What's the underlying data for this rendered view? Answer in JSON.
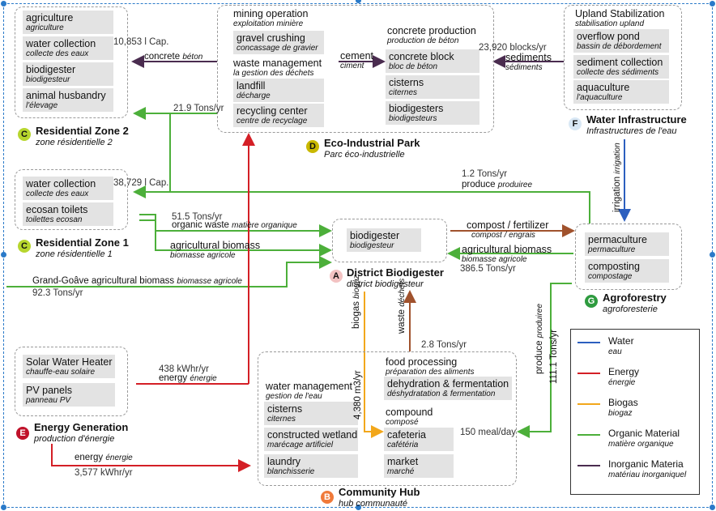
{
  "colors": {
    "water": "#2c5fbf",
    "energy": "#d41f26",
    "biogas": "#f2a71b",
    "organic": "#4caf3a",
    "inorganic": "#4a2c4f",
    "compost_arrow": "#a0522d"
  },
  "zones": {
    "res2": {
      "badge": "C",
      "title": "Residential Zone 2",
      "subtitle": "zone résidentielle 2"
    },
    "res1": {
      "badge": "C",
      "title": "Residential Zone 1",
      "subtitle": "zone résidentielle 1"
    },
    "eco": {
      "badge": "D",
      "title": "Eco-Industrial Park",
      "subtitle": "Parc éco-industrielle"
    },
    "water": {
      "badge": "F",
      "title": "Water Infrastructure",
      "subtitle": "Infrastructures de l'eau"
    },
    "district": {
      "badge": "A",
      "title": "District Biodigester",
      "subtitle": "district biodigesteur"
    },
    "agro": {
      "badge": "G",
      "title": "Agroforestry",
      "subtitle": "agroforesterie"
    },
    "energy": {
      "badge": "E",
      "title": "Energy Generation",
      "subtitle": "production d'énergie"
    },
    "hub": {
      "badge": "B",
      "title": "Community Hub",
      "subtitle": "hub communauté"
    }
  },
  "res2_items": [
    {
      "en": "agriculture",
      "fr": "agriculture"
    },
    {
      "en": "water collection",
      "fr": "collecte des eaux"
    },
    {
      "en": "biodigester",
      "fr": "biodigesteur"
    },
    {
      "en": "animal husbandry",
      "fr": "l'élevage"
    }
  ],
  "res1_items": [
    {
      "en": "water collection",
      "fr": "collecte des eaux"
    },
    {
      "en": "ecosan toilets",
      "fr": "toilettes ecosan"
    }
  ],
  "eco_left": {
    "mining_en": "mining operation",
    "mining_fr": "exploitation minière",
    "gravel_en": "gravel crushing",
    "gravel_fr": "concassage de gravier",
    "waste_en": "waste management",
    "waste_fr": "la gestion des déchets",
    "landfill_en": "landfill",
    "landfill_fr": "décharge",
    "recycling_en": "recycling center",
    "recycling_fr": "centre de recyclage"
  },
  "eco_right": {
    "cp_en": "concrete production",
    "cp_fr": "production de béton",
    "block_en": "concrete block",
    "block_fr": "bloc de béton",
    "cisterns_en": "cisterns",
    "cisterns_fr": "citernes",
    "bio_en": "biodigesters",
    "bio_fr": "biodigesteurs"
  },
  "water_items": {
    "upland_en": "Upland Stabilization",
    "upland_fr": "stabilisation upland",
    "overflow_en": "overflow pond",
    "overflow_fr": "bassin de débordement",
    "sediment_en": "sediment collection",
    "sediment_fr": "collecte des sédiments",
    "aqua_en": "aquaculture",
    "aqua_fr": "l'aquaculture"
  },
  "district_items": {
    "en": "biodigester",
    "fr": "biodigesteur"
  },
  "agro_items": [
    {
      "en": "permaculture",
      "fr": "permaculture"
    },
    {
      "en": "composting",
      "fr": "compostage"
    }
  ],
  "energy_items": [
    {
      "en": "Solar Water Heater",
      "fr": "chauffe-eau solaire"
    },
    {
      "en": "PV panels",
      "fr": "panneau PV"
    }
  ],
  "hub_left": {
    "wm_en": "water management",
    "wm_fr": "gestion de l'eau",
    "cis_en": "cisterns",
    "cis_fr": "citernes",
    "cw_en": "constructed wetland",
    "cw_fr": "marécage artificiel",
    "laundry_en": "laundry",
    "laundry_fr": "blanchisserie"
  },
  "hub_right": {
    "fp_en": "food processing",
    "fp_fr": "préparation des aliments",
    "dehy_en": "dehydration & fermentation",
    "dehy_fr": "déshydratation & fermentation",
    "comp_en": "compound",
    "comp_fr": "composé",
    "caf_en": "cafeteria",
    "caf_fr": "cafétéria",
    "market_en": "market",
    "market_fr": "marché"
  },
  "flows": {
    "concrete_en": "concrete",
    "concrete_fr": "béton",
    "concrete_val": "10,853 l Cap.",
    "cement_en": "cement",
    "cement_fr": "ciment",
    "sediments_en": "sediments",
    "sediments_fr": "sédiments",
    "sediments_val": "23,920 blocks/yr",
    "res2_val": "21.9 Tons/yr",
    "res1_val": "38,729 l Cap.",
    "produce_top_val": "1.2 Tons/yr",
    "produce_top_en": "produce",
    "produce_top_fr": "produiree",
    "irrigation_en": "irrigation",
    "irrigation_fr": "irrigation",
    "ow_val": "51.5 Tons/yr",
    "ow_en": "organic waste",
    "ow_fr": "matière organique",
    "ab1_en": "agricultural biomass",
    "ab1_fr": "biomasse agricole",
    "compost_en": "compost / fertilizer",
    "compost_fr": "compost / engrais",
    "ab2_en": "agricultural biomass",
    "ab2_fr": "biomasse agricole",
    "ab2_val": "386.5 Tons/yr",
    "gg_en": "Grand-Goâve agricultural biomass",
    "gg_fr": "biomasse agricole",
    "gg_val": "92.3 Tons/yr",
    "biogas_en": "biogas",
    "biogas_fr": "biogaz",
    "biogas_val": "4,380 m3/yr",
    "waste_en": "waste",
    "waste_fr": "déchets",
    "waste_val": "2.8 Tons/yr",
    "produce_right_en": "produce",
    "produce_right_fr": "produiree",
    "produce_right_val": "111.1 Tons/yr",
    "meal_val": "150 meal/day",
    "energy1_val": "438 kWhr/yr",
    "energy1_en": "energy",
    "energy1_fr": "énergie",
    "energy2_en": "energy",
    "energy2_fr": "énergie",
    "energy2_val": "3,577 kWhr/yr"
  },
  "legend": [
    {
      "en": "Water",
      "fr": "eau",
      "color": "#2c5fbf"
    },
    {
      "en": "Energy",
      "fr": "énergie",
      "color": "#d41f26"
    },
    {
      "en": "Biogas",
      "fr": "biogaz",
      "color": "#f2a71b"
    },
    {
      "en": "Organic Material",
      "fr": "matière organique",
      "color": "#4caf3a"
    },
    {
      "en": "Inorganic Materia",
      "fr": "matériau inorganiquel",
      "color": "#4a2c4f"
    }
  ]
}
